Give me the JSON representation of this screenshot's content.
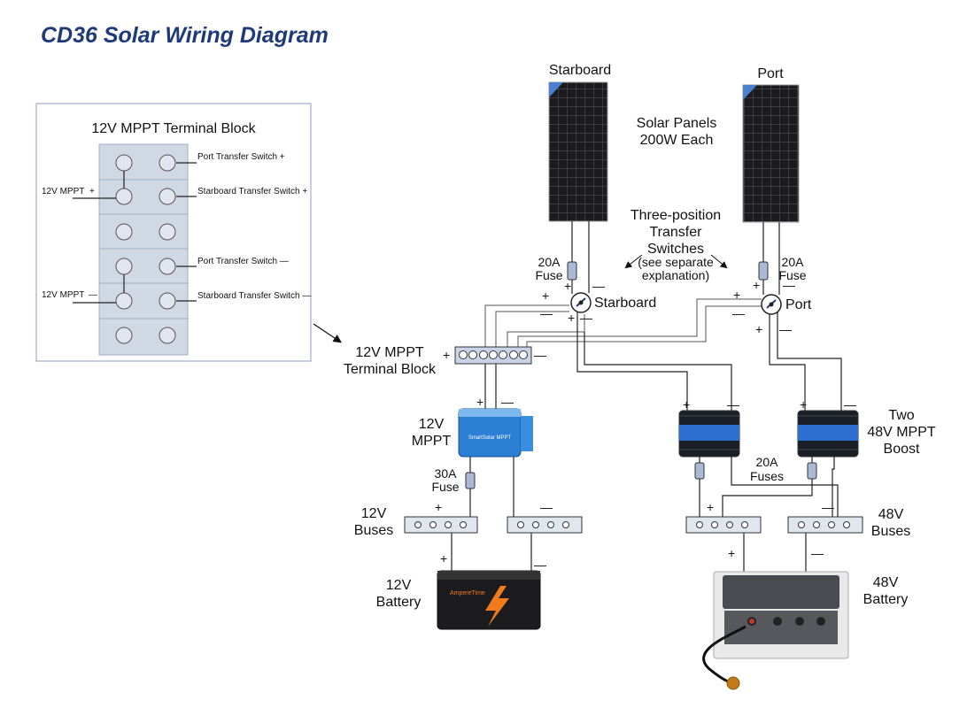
{
  "title": "CD36 Solar Wiring Diagram",
  "inset": {
    "title": "12V MPPT Terminal Block",
    "labels": {
      "port_pos": "Port Transfer Switch +",
      "stbd_pos": "Starboard Transfer Switch +",
      "port_neg": "Port Transfer Switch —",
      "stbd_neg": "Starboard Transfer Switch —",
      "mppt_pos": "12V MPPT",
      "mppt_pos_sign": "+",
      "mppt_neg": "12V MPPT",
      "mppt_neg_sign": "—"
    }
  },
  "panels": {
    "starboard": "Starboard",
    "port": "Port",
    "solar_l1": "Solar Panels",
    "solar_l2": "200W Each"
  },
  "switches": {
    "title_l1": "Three-position",
    "title_l2": "Transfer",
    "title_l3": "Switches",
    "note_l1": "(see separate",
    "note_l2": "explanation)",
    "starboard": "Starboard",
    "port": "Port"
  },
  "fuses": {
    "left_l1": "20A",
    "left_l2": "Fuse",
    "right_l1": "20A",
    "right_l2": "Fuse",
    "mppt_l1": "30A",
    "mppt_l2": "Fuse",
    "boost_l1": "20A",
    "boost_l2": "Fuses"
  },
  "terminal_block": {
    "l1": "12V MPPT",
    "l2": "Terminal Block"
  },
  "mppt12": {
    "l1": "12V",
    "l2": "MPPT",
    "device_text": "SmartSolar MPPT"
  },
  "boost": {
    "l1": "Two",
    "l2": "48V MPPT",
    "l3": "Boost"
  },
  "buses12": {
    "l1": "12V",
    "l2": "Buses"
  },
  "buses48": {
    "l1": "48V",
    "l2": "Buses"
  },
  "battery12": {
    "l1": "12V",
    "l2": "Battery",
    "brand": "AmpereTime"
  },
  "battery48": {
    "l1": "48V",
    "l2": "Battery"
  },
  "signs": {
    "plus": "+",
    "minus": "—"
  }
}
